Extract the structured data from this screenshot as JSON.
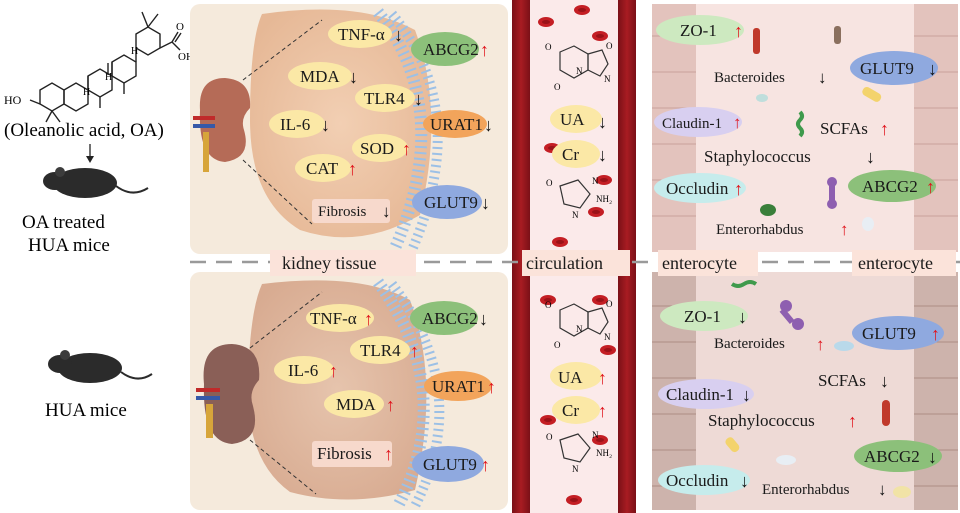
{
  "compound": {
    "name": "(Oleanolic acid, OA)",
    "ho": "HO",
    "oh": "OH",
    "o": "O",
    "h": "H",
    "h2": "H",
    "h3": "H"
  },
  "groups": {
    "treated_line1": "OA treated",
    "treated_line2": "HUA mice",
    "control": "HUA mice"
  },
  "captions": {
    "kidney": "kidney tissue",
    "circulation": "circulation",
    "enterocyte_left": "enterocyte",
    "enterocyte_right": "enterocyte"
  },
  "arrow_glyphs": {
    "up": "↑",
    "down": "↓"
  },
  "kidney_top": {
    "tnf": "TNF-α",
    "mda": "MDA",
    "tlr4": "TLR4",
    "il6": "IL-6",
    "sod": "SOD",
    "cat": "CAT",
    "fibrosis": "Fibrosis",
    "abcg2": "ABCG2",
    "urat1": "URAT1",
    "glut9": "GLUT9"
  },
  "kidney_bottom": {
    "tnf": "TNF-α",
    "tlr4": "TLR4",
    "il6": "IL-6",
    "mda": "MDA",
    "fibrosis": "Fibrosis",
    "abcg2": "ABCG2",
    "urat1": "URAT1",
    "glut9": "GLUT9"
  },
  "circ_top": {
    "ua": "UA",
    "cr": "Cr",
    "nh2": "NH₂",
    "n_labels": [
      "N",
      "N",
      "N",
      "N"
    ],
    "o_labels": [
      "O",
      "O",
      "O",
      "O"
    ]
  },
  "circ_bottom": {
    "ua": "UA",
    "cr": "Cr",
    "nh2": "NH₂",
    "n_labels": [
      "N",
      "N",
      "N",
      "N"
    ],
    "o_labels": [
      "O",
      "O",
      "O",
      "O"
    ]
  },
  "gut_top": {
    "zo1": "ZO-1",
    "bacteroides": "Bacteroides",
    "glut9": "GLUT9",
    "claudin": "Claudin-1",
    "scfas": "SCFAs",
    "staph": "Staphylococcus",
    "occludin": "Occludin",
    "abcg2": "ABCG2",
    "enterorhabdus": "Enterorhabdus"
  },
  "gut_bottom": {
    "zo1": "ZO-1",
    "bacteroides": "Bacteroides",
    "glut9": "GLUT9",
    "claudin": "Claudin-1",
    "scfas": "SCFAs",
    "staph": "Staphylococcus",
    "abcg2": "ABCG2",
    "occludin": "Occludin",
    "enterorhabdus": "Enterorhabdus"
  }
}
